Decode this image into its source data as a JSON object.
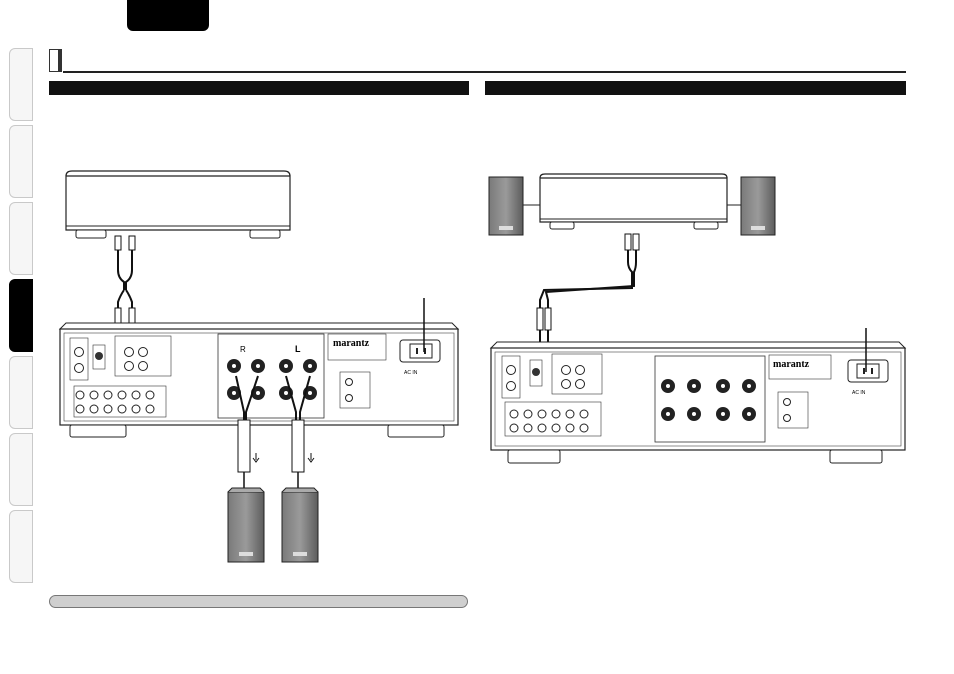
{
  "header": {
    "language_tab": "",
    "accent_color": "#000000"
  },
  "side_nav": {
    "tabs": [
      {
        "label": "",
        "active": false
      },
      {
        "label": "",
        "active": false
      },
      {
        "label": "",
        "active": false
      },
      {
        "label": "",
        "active": true
      },
      {
        "label": "",
        "active": false
      },
      {
        "label": "",
        "active": false
      },
      {
        "label": "",
        "active": false
      }
    ]
  },
  "section": {
    "title": ""
  },
  "left_panel": {
    "heading": "",
    "note": ""
  },
  "right_panel": {
    "heading": ""
  },
  "diagram": {
    "brand_label": "marantz",
    "ac_label": "AC IN",
    "left_channel": "L",
    "right_channel": "R"
  }
}
